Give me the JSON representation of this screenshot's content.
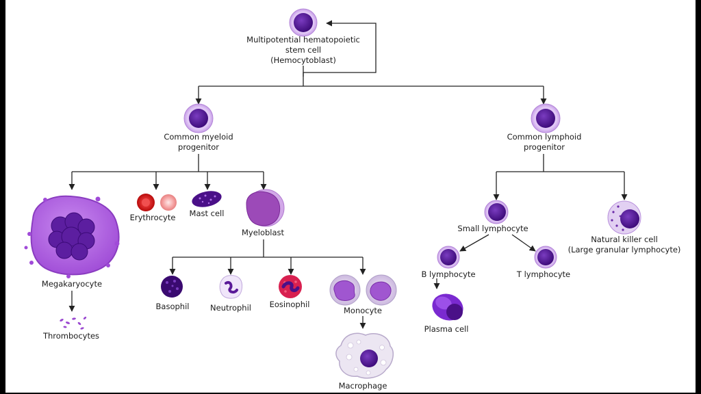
{
  "root": {
    "line1": "Multipotential hematopoietic",
    "line2": "stem cell",
    "line3": "(Hemocytoblast)"
  },
  "myeloid": {
    "line1": "Common myeloid",
    "line2": "progenitor"
  },
  "lymphoid": {
    "line1": "Common lymphoid",
    "line2": "progenitor"
  },
  "cells": {
    "megakaryocyte": "Megakaryocyte",
    "thrombocytes": "Thrombocytes",
    "erythrocyte": "Erythrocyte",
    "mast_cell": "Mast cell",
    "myeloblast": "Myeloblast",
    "basophil": "Basophil",
    "neutrophil": "Neutrophil",
    "eosinophil": "Eosinophil",
    "monocyte": "Monocyte",
    "macrophage": "Macrophage",
    "small_lymphocyte": "Small lymphocyte",
    "b_lymphocyte": "B lymphocyte",
    "t_lymphocyte": "T lymphocyte",
    "plasma_cell": "Plasma cell",
    "nk_line1": "Natural killer cell",
    "nk_line2": "(Large granular lymphocyte)"
  },
  "colors": {
    "nucleus": "#4a1088",
    "cytoplasm_light": "#d8b8f0",
    "megakaryocyte": "#b468e0",
    "erythrocyte": "#d81818",
    "line": "#222222"
  }
}
